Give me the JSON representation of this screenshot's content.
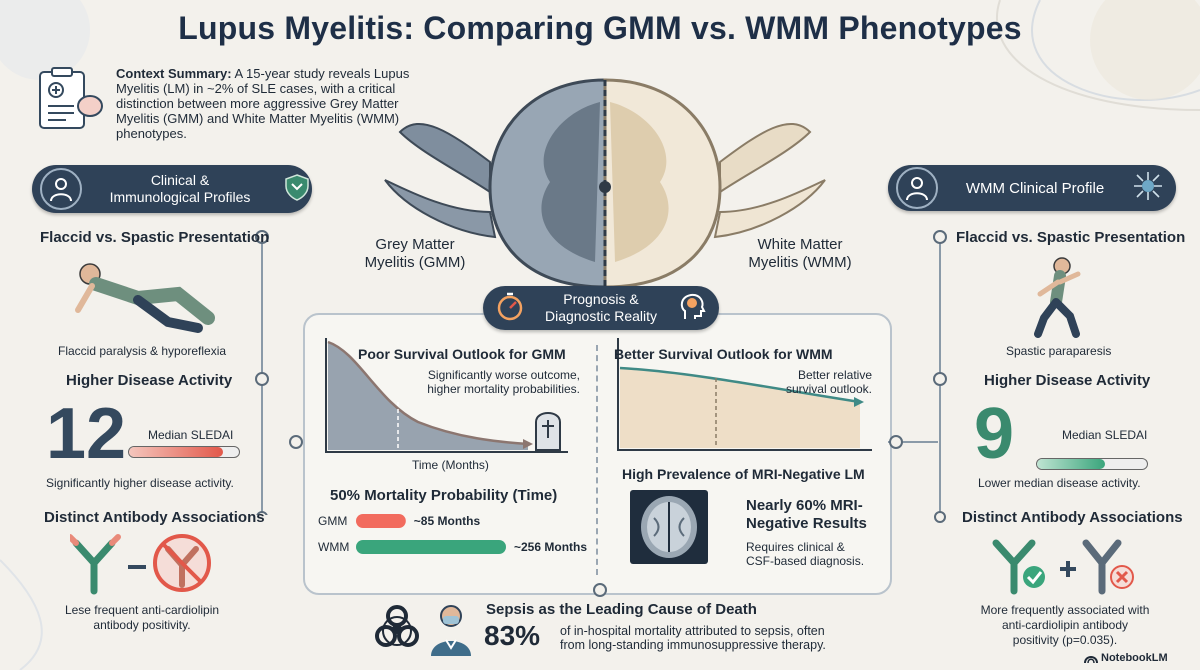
{
  "title": "Lupus Myelitis: Comparing GMM vs. WMM Phenotypes",
  "context": {
    "label": "Context Summary:",
    "text": " A 15-year study reveals Lupus Myelitis (LM) in ~2% of SLE cases, with a critical distinction between more aggressive Grey Matter Myelitis (GMM) and White Matter Myelitis (WMM) phenotypes."
  },
  "center": {
    "gmm_label": "Grey Matter\nMyelitis (GMM)",
    "wmm_label": "White Matter\nMyelitis (WMM)"
  },
  "left": {
    "header": "Clinical &\nImmunological Profiles",
    "presentation_title": "Flaccid vs. Spastic Presentation",
    "presentation_caption": "Flaccid paralysis & hyporeflexia",
    "activity_title": "Higher Disease Activity",
    "sledai_value": "12",
    "sledai_label": "Median SLEDAI",
    "sledai_fill": 0.85,
    "activity_caption": "Significantly higher disease activity.",
    "antibody_title": "Distinct Antibody Associations",
    "antibody_caption": "Lese frequent anti-cardiolipin\nantibody positivity."
  },
  "right": {
    "header": "WMM Clinical Profile",
    "presentation_title": "Flaccid vs. Spastic Presentation",
    "presentation_caption": "Spastic paraparesis",
    "activity_title": "Higher Disease Activity",
    "sledai_value": "9",
    "sledai_label": "Median SLEDAI",
    "sledai_fill": 0.62,
    "activity_caption": "Lower median disease activity.",
    "antibody_title": "Distinct Antibody Associations",
    "antibody_caption": "More frequently associated with\nanti-cardiolipin antibody\npositivity (p=0.035)."
  },
  "prognosis": {
    "header": "Prognosis &\nDiagnostic Reality",
    "gmm_title": "Poor Survival Outlook for GMM",
    "gmm_desc": "Significantly worse outcome,\nhigher mortality probabilities.",
    "time_label": "Time (Months)",
    "wmm_title": "Better Survival Outlook for WMM",
    "wmm_desc": "Better relative\nsurvival outlook.",
    "mortality_title": "50% Mortality Probability (Time)",
    "mri_title": "High Prevalence of MRI-Negative LM",
    "mri_stat": "Nearly 60% MRI-\nNegative Results",
    "mri_desc": "Requires clinical &\nCSF-based diagnosis."
  },
  "chart_data": {
    "type": "bar",
    "title": "50% Mortality Probability (Time)",
    "categories": [
      "GMM",
      "WMM"
    ],
    "values": [
      85,
      256
    ],
    "value_labels": [
      "~85 Months",
      "~256 Months"
    ],
    "colors": [
      "#f26b5e",
      "#3aa57c"
    ]
  },
  "sepsis": {
    "title": "Sepsis as the Leading Cause of Death",
    "percent": "83%",
    "text": "of in-hospital mortality attributed to sepsis, often\nfrom long-standing immunosuppressive therapy."
  },
  "brand": "NotebookLM",
  "colors": {
    "navy": "#2f4258",
    "red": "#f26b5e",
    "green": "#3aa57c",
    "grey_matter": "#7f8e9e",
    "white_matter": "#e8dcc6"
  }
}
